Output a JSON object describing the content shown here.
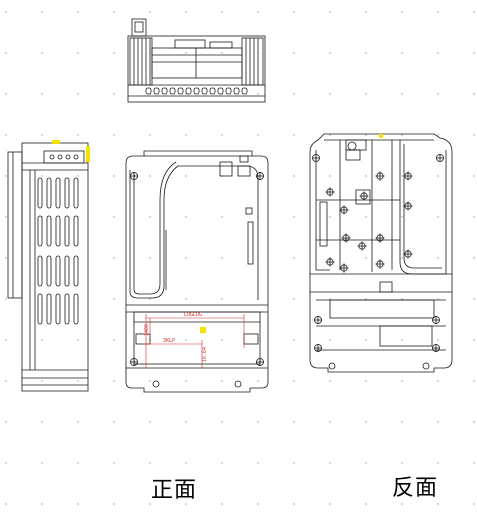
{
  "labels": {
    "front": "正面",
    "back": "反面"
  },
  "dimensions": {
    "width_top": "LOGLOG",
    "width_bottom": "3KLP",
    "height_left": "3400",
    "height_right": "16.64"
  },
  "colors": {
    "line": "#1a1a1a",
    "dimension": "#d03030",
    "highlight": "#f2e200",
    "dot": "#9a9a9a",
    "background": "#ffffff"
  }
}
